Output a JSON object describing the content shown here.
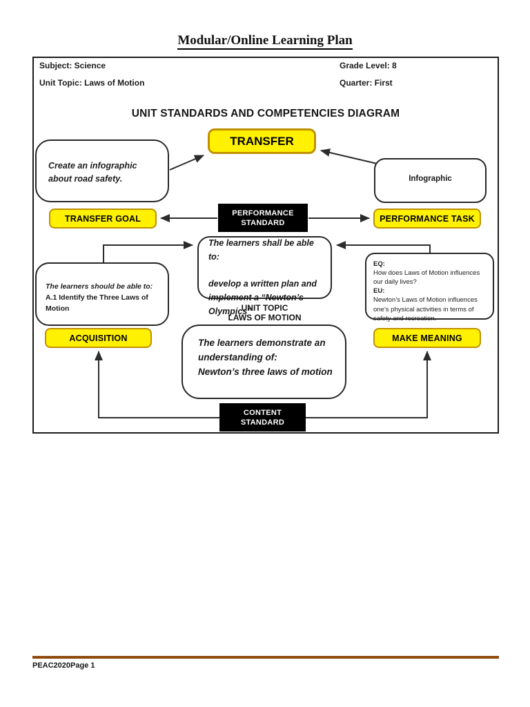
{
  "page": {
    "title": "Modular/Online Learning Plan",
    "footer_text": "PEAC2020Page 1"
  },
  "info_header": {
    "subject": "Subject: Science",
    "grade_level": "Grade Level: 8",
    "unit_topic": "Unit Topic: Laws of Motion",
    "quarter": "Quarter: First"
  },
  "diagram": {
    "heading": "UNIT STANDARDS AND COMPETENCIES DIAGRAM",
    "colors": {
      "highlight_fill": "#FFF101",
      "highlight_border": "#BF9000",
      "label_bg": "#000000",
      "label_text": "#FFFFFF",
      "footer_rule": "#8F4A0E"
    },
    "transfer": {
      "label": "TRANSFER"
    },
    "transfer_goal": {
      "label": "TRANSFER GOAL",
      "note": "Create an infographic about road safety."
    },
    "performance_standard": {
      "line1": "PERFORMANCE",
      "line2": "STANDARD",
      "note_intro": "The learners shall be able to:",
      "note_body": "develop a written plan and implement a “Newton’s Olympics”"
    },
    "performance_task": {
      "label": "PERFORMANCE TASK",
      "note": "Infographic"
    },
    "acquisition": {
      "label": "ACQUISITION",
      "note_intro": "The learners should be able to:",
      "note_body": "A.1 Identify the Three Laws of Motion"
    },
    "make_meaning": {
      "label": "MAKE MEANING",
      "eq_label": "EQ:",
      "eq_text": " How does Laws of Motion influences our daily lives?",
      "eu_label": "EU:",
      "eu_text": "Newton’s Laws of Motion influences one’s physical activities in terms of safety and recreation."
    },
    "unit_topic": {
      "line1": "UNIT TOPIC",
      "line2": "LAWS OF MOTION"
    },
    "content_standard": {
      "line1": "CONTENT",
      "line2": "STANDARD",
      "note_intro": "The learners demonstrate an understanding of:",
      "note_body": "Newton’s three laws of motion"
    }
  }
}
